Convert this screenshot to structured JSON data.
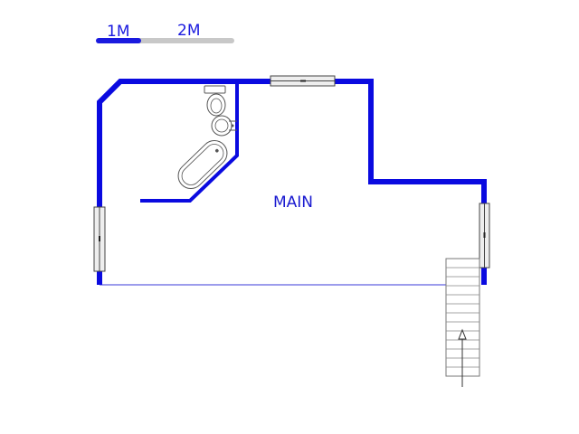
{
  "scale_bar": {
    "label_1": "1M",
    "label_2": "2M",
    "color_dark": "#1a1adf",
    "color_light": "#c8c8c8"
  },
  "room": {
    "name": "MAIN"
  },
  "colors": {
    "wall": "#0a0ae0",
    "label": "#1a1ad0",
    "fixture": "#555555",
    "window_frame": "#444444",
    "window_fill": "#eeeeee",
    "open_line": "#3a3ad8"
  },
  "icons": {
    "toilet": "toilet-icon",
    "basin": "basin-icon",
    "bathtub": "bathtub-icon",
    "stairs_arrow": "arrow-up-icon"
  }
}
